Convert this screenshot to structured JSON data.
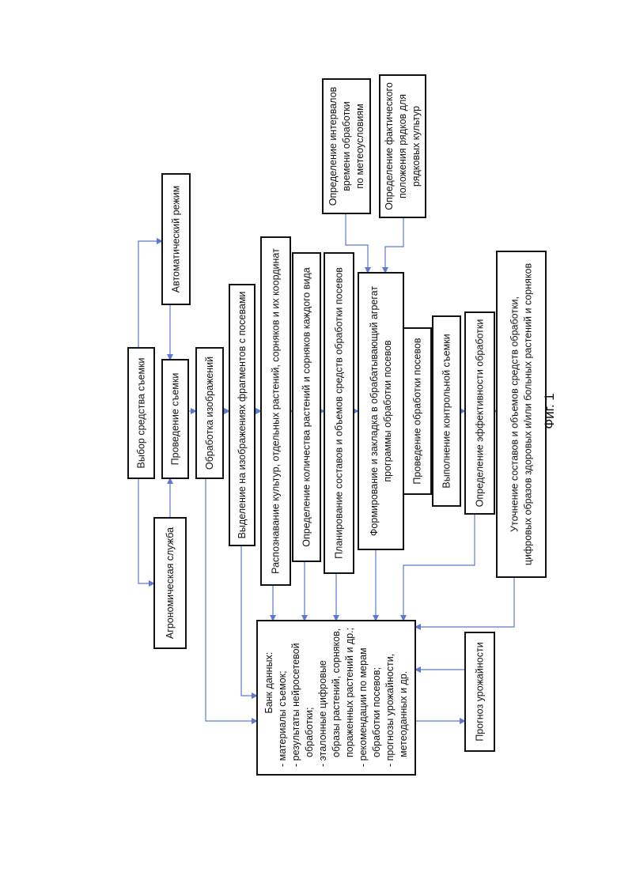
{
  "figure_label": "Фиг. 1",
  "boxes": {
    "agro": [
      "Агрономическая служба"
    ],
    "choice": [
      "Выбор средства съемки"
    ],
    "shoot": [
      "Проведение съемки"
    ],
    "auto": [
      "Автоматический режим"
    ],
    "imgproc": [
      "Обработка изображений"
    ],
    "select": [
      "Выделение на изображениях фрагментов с посевами"
    ],
    "recog": [
      "Распознавание культур, отдельных растений, сорняков и их координат"
    ],
    "count": [
      "Определение количества растений и сорняков каждого вида"
    ],
    "plan": [
      "Планирование составов и объемов средств обработки посевов"
    ],
    "form": [
      "Формирование и закладка в обрабатывающий агрегат",
      "программы обработки посевов"
    ],
    "treat": [
      "Проведение обработки посевов"
    ],
    "control": [
      "Выполнение контрольной съемки"
    ],
    "effect": [
      "Определение эффективности обработки"
    ],
    "refine": [
      "Уточнение составов и объемов средств обработки,",
      "цифровых образов здоровых и/или больных растений и сорняков"
    ],
    "interval": [
      "Определение интервалов",
      "времени обработки",
      "по метеоусловиям"
    ],
    "rows": [
      "Определение фактического",
      "положения рядков для",
      "рядковых культур"
    ],
    "bank": [
      "Банк данных:",
      "- материалы съемок;",
      "- результаты нейросетевой",
      "  обработки;",
      "- эталонные цифровые",
      "  образы растений, сорняков,",
      "  пораженных растений и др.;",
      "- рекомендации по мерам",
      "  обработки посевов;",
      "- прогнозы урожайности,",
      "  метеоданных и др."
    ],
    "forecast": [
      "Прогноз урожайности"
    ]
  },
  "colors": {
    "arrow": "#5b79d1",
    "border": "#111111"
  }
}
